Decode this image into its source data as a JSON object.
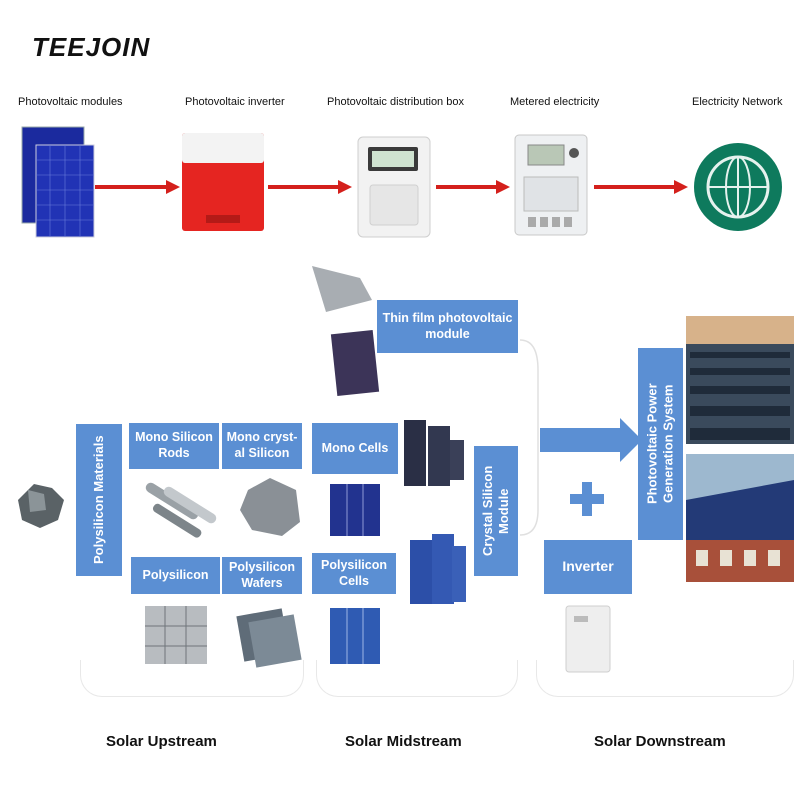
{
  "brand": {
    "logo_text": "TEEJOIN"
  },
  "flow": {
    "steps": [
      {
        "label": "Photovoltaic modules"
      },
      {
        "label": "Photovoltaic inverter"
      },
      {
        "label": "Photovoltaic distribution box"
      },
      {
        "label": "Metered electricity"
      },
      {
        "label": "Electricity Network"
      }
    ],
    "arrow_color": "#d4201c"
  },
  "chain": {
    "polysilicon_materials": "Polysilicon Materials",
    "mono_silicon_rods": "Mono Silicon Rods",
    "mono_crystal_silicon": "Mono cryst-al Silicon",
    "polysilicon": "Polysilicon",
    "polysilicon_wafers": "Polysilicon Wafers",
    "mono_cells": "Mono Cells",
    "polysilicon_cells": "Polysilicon Cells",
    "thin_film_module": "Thin film photovoltaic module",
    "crystal_silicon_module": "Crystal Silicon Module",
    "inverter": "Inverter",
    "plus": "+",
    "pv_generation_system": "Photovoltaic Power Generation System"
  },
  "stages": {
    "upstream": "Solar Upstream",
    "midstream": "Solar Midstream",
    "downstream": "Solar Downstream"
  },
  "colors": {
    "box": "#5b8fd3",
    "flow_arrow": "#d4201c",
    "big_arrow": "#5b8fd3"
  }
}
